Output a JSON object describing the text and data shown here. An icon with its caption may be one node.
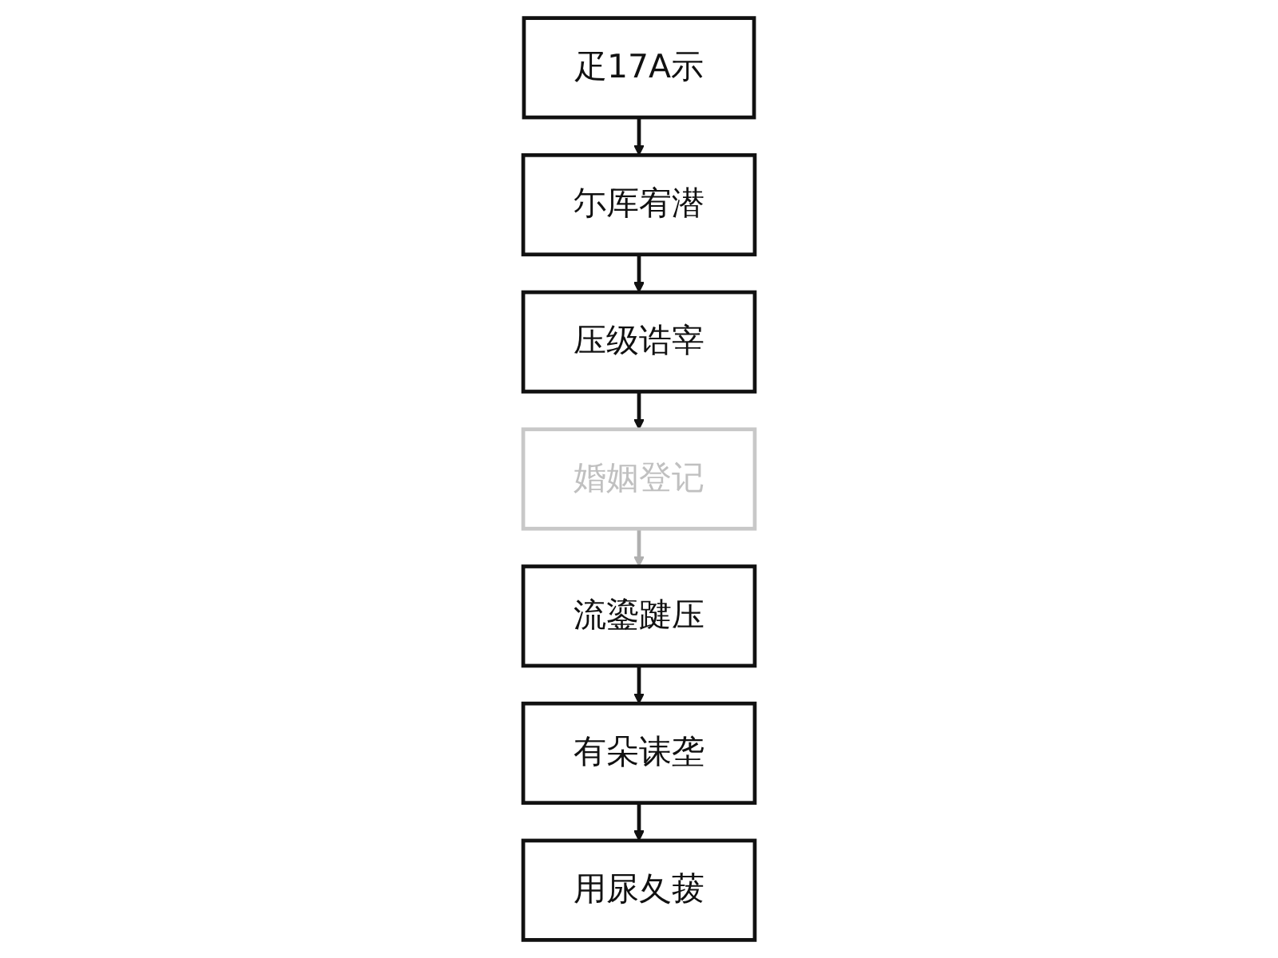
{
  "diagram": {
    "nodes": [
      {
        "text": [
          "疋17A示"
        ]
      },
      {
        "text": [
          "尓厍宥潜"
        ]
      },
      {
        "text": [
          "压级诰宰"
        ]
      },
      {
        "text": [
          "婚姻登记"
        ]
      },
      {
        "text": [
          "流鎏踺压"
        ]
      },
      {
        "text": [
          "有朵诔垄"
        ]
      },
      {
        "text": [
          "用尿夂菝"
        ]
      }
    ],
    "edges": [
      {
        "from": 0,
        "to": 1,
        "arrow": "to"
      },
      {
        "from": 1,
        "to": 2,
        "arrow": "to"
      },
      {
        "from": 2,
        "to": 3,
        "arrow": "to"
      },
      {
        "from": 3,
        "to": 4,
        "arrow": "to",
        "color": "#b0b0b0"
      },
      {
        "from": 4,
        "to": 5,
        "arrow": "to"
      },
      {
        "from": 5,
        "to": 6,
        "arrow": "to"
      }
    ]
  }
}
